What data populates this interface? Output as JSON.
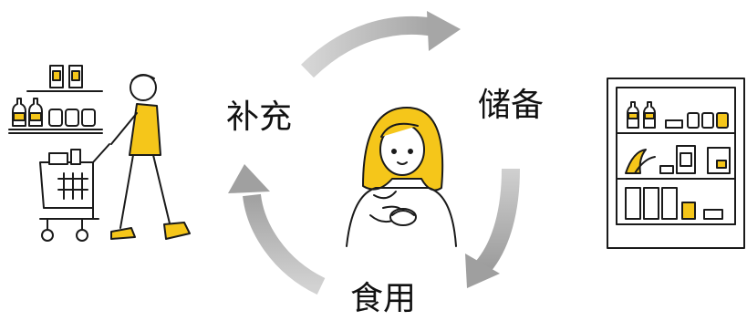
{
  "diagram": {
    "type": "cycle",
    "steps": [
      {
        "id": "replenish",
        "label": "补充",
        "icon": "shopping-cart-person-illustration"
      },
      {
        "id": "store",
        "label": "储备",
        "icon": "stocked-pantry-shelf-illustration"
      },
      {
        "id": "eat",
        "label": "食用",
        "icon": "woman-eating-illustration"
      }
    ],
    "flow": [
      "replenish",
      "store",
      "eat",
      "replenish"
    ]
  },
  "colors": {
    "arrow": "#a9a9a9",
    "accent_yellow": "#f5c61a",
    "line": "#1a1a1a",
    "background": "#ffffff"
  }
}
